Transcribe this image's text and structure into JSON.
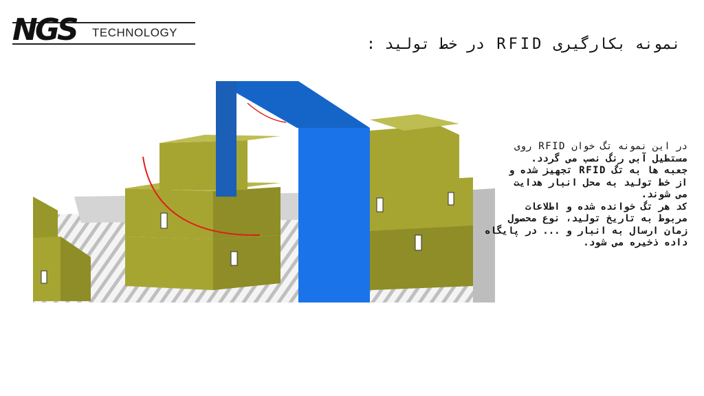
{
  "logo": {
    "mark": "NGS",
    "tagline": "TECHNOLOGY"
  },
  "title": "نمونه بکارگیری RFID در خط تولید :",
  "description": {
    "lines": [
      "در این نمونه تگ خوان RFID روی",
      "مستطیل آبی رنگ نصب می گردد.",
      "جعبه ها به تگ RFID تجهیز شده و",
      "از خط تولید به محل انبار هدایت",
      "می شوند.",
      "کد هر تگ خوانده شده و اطلاعات",
      "مربوط به تاریخ تولید، نوع محصول",
      "زمان ارسال به انبار و ... در پایگاه",
      "داده ذخیره می شود."
    ]
  },
  "colors": {
    "gate_blue": "#1565c9",
    "box_olive": "#a6a532",
    "arc_red": "#e21a1a",
    "conveyor_gray": "#d9d9d9"
  }
}
